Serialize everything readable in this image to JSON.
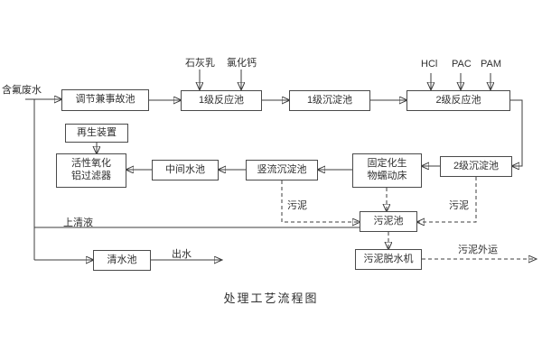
{
  "title": "处理工艺流程图",
  "inlet": {
    "label": "含氟废水"
  },
  "boxes": {
    "regulation": "调节兼事故池",
    "reaction1": "1级反应池",
    "sed1": "1级沉淀池",
    "reaction2": "2级反应池",
    "sed2": "2级沉淀池",
    "biobed_line1": "固定化生",
    "biobed_line2": "物蠕动床",
    "vertical_sed": "竖流沉淀池",
    "mid_pool": "中间水池",
    "filter_line1": "活性氧化",
    "filter_line2": "铝过滤器",
    "regen": "再生装置",
    "sludge_pool": "污泥池",
    "dewater": "污泥脱水机",
    "clean_pool": "清水池"
  },
  "chemicals": {
    "lime": "石灰乳",
    "cacl2": "氯化钙",
    "hcl": "HCl",
    "pac": "PAC",
    "pam": "PAM"
  },
  "flow_labels": {
    "supernatant": "上清液",
    "effluent": "出水",
    "sludge_left": "污泥",
    "sludge_right": "污泥",
    "sludge_out": "污泥外运"
  },
  "colors": {
    "line": "#3c3c3c",
    "box_border": "#4a4a4a",
    "background": "#ffffff"
  }
}
